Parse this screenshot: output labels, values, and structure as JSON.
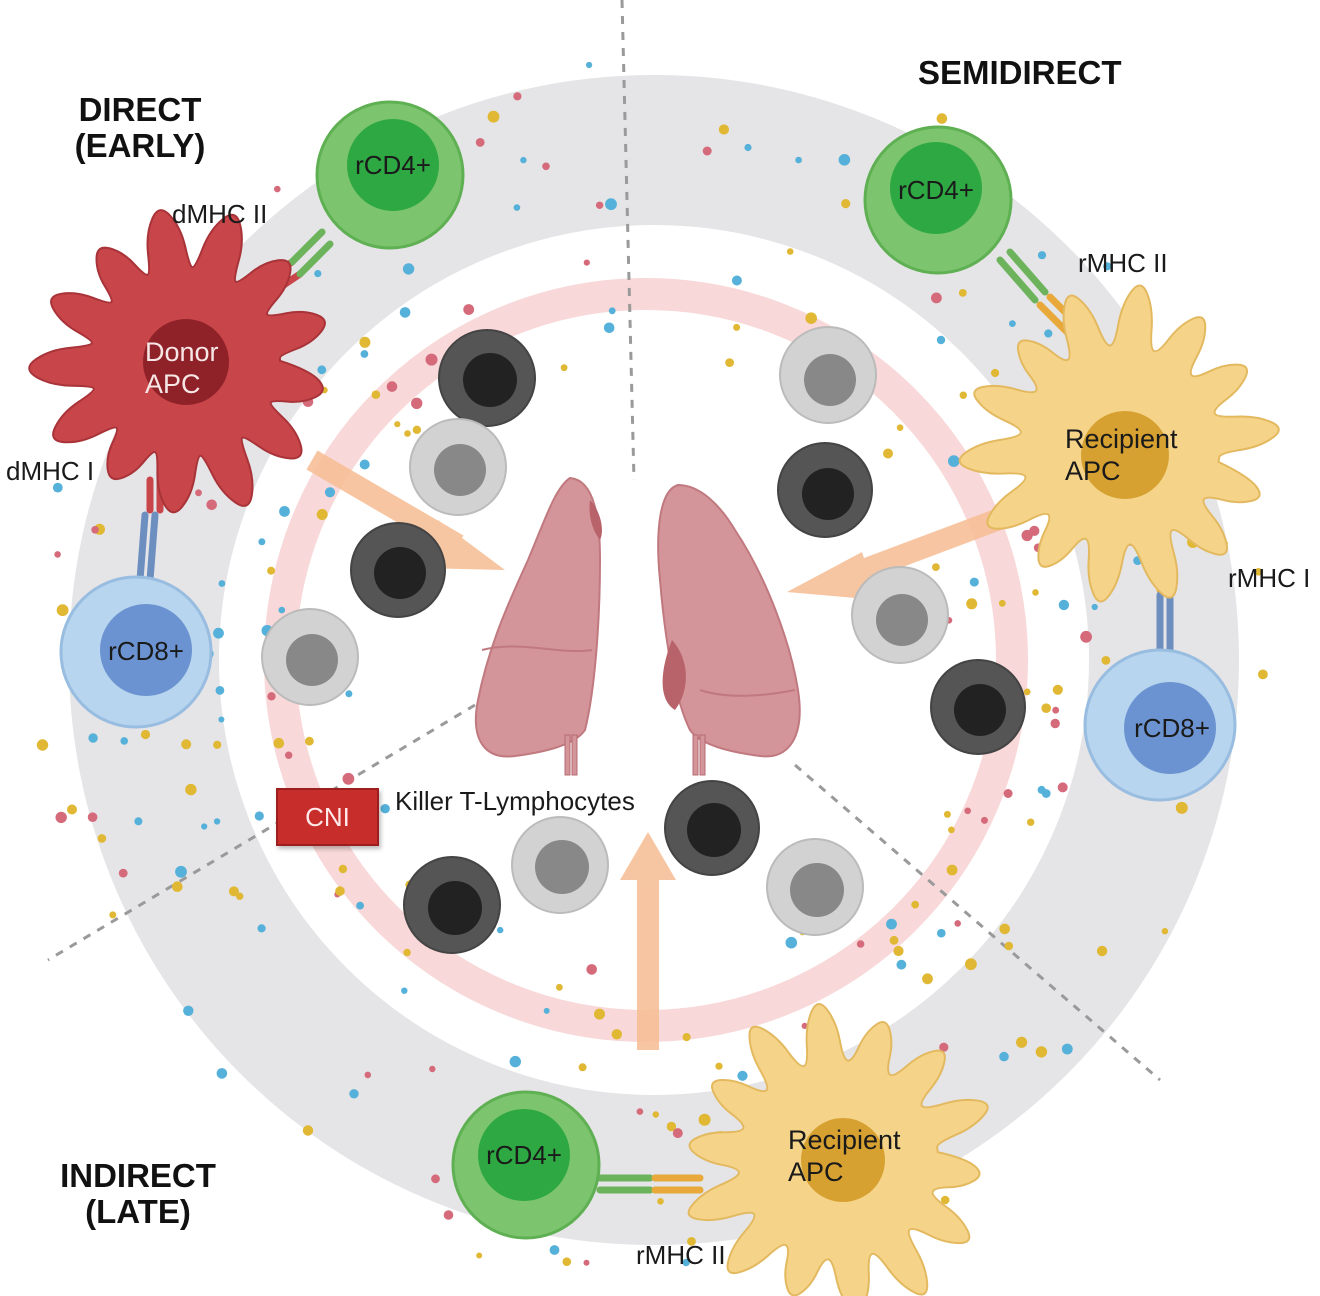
{
  "headings": {
    "direct": [
      "DIRECT",
      "(EARLY)"
    ],
    "semidirect": "SEMIDIRECT",
    "indirect": [
      "INDIRECT",
      "(LATE)"
    ]
  },
  "cells": {
    "direct_cd4": "rCD4+",
    "direct_cd8": "rCD8+",
    "donor_apc": [
      "Donor",
      "APC"
    ],
    "semi_cd4": "rCD4+",
    "semi_cd8": "rCD8+",
    "semi_apc": [
      "Recipient",
      "APC"
    ],
    "indirect_cd4": "rCD4+",
    "indirect_apc": [
      "Recipient",
      "APC"
    ]
  },
  "labels": {
    "dmhc_ii": "dMHC II",
    "dmhc_i": "dMHC I",
    "semi_rmhc_ii": "rMHC II",
    "semi_rmhc_i": "rMHC I",
    "indirect_rmhc_ii": "rMHC II",
    "killer": "Killer T-Lymphocytes",
    "cni": "CNI"
  },
  "colors": {
    "ring_gray": "#e5e4e6",
    "ring_pink": "#f8d8d8",
    "cd4_outer": "#7cc56e",
    "cd4_inner": "#2ea843",
    "cd8_outer": "#b7d5ee",
    "cd8_inner": "#6c93d1",
    "donor_apc": "#c8454a",
    "recipient_apc": "#f5d48a",
    "lung": "#d4959a",
    "arrow": "#f6bf98",
    "cni": "#c62d2b"
  }
}
